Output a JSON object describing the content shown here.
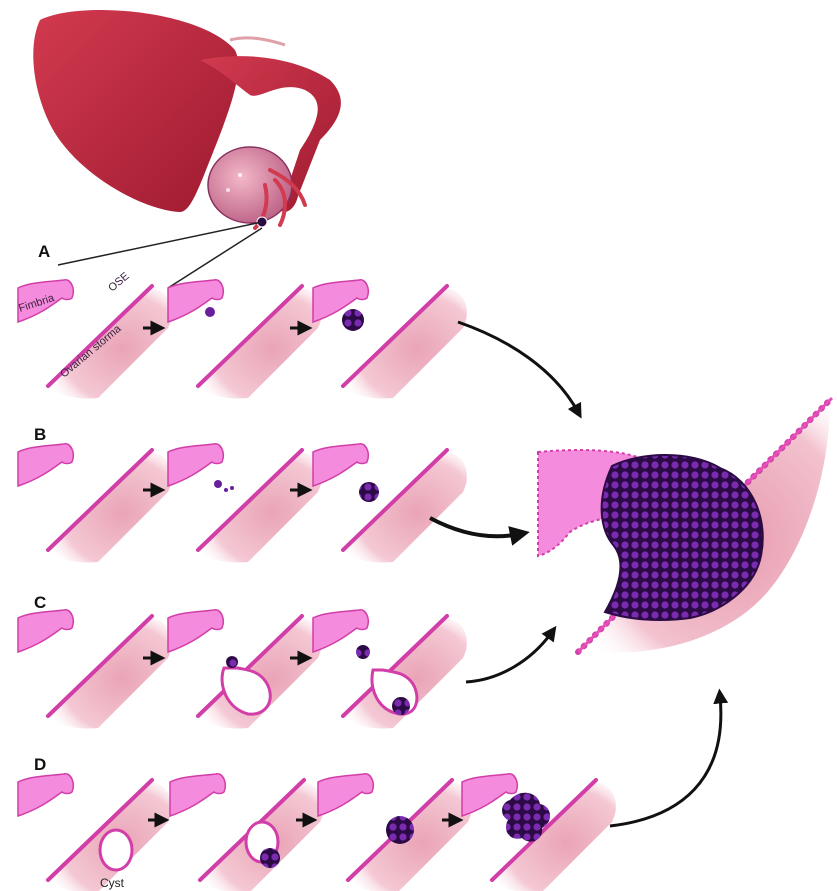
{
  "figure": {
    "rows": [
      {
        "key": "A",
        "label": "A"
      },
      {
        "key": "B",
        "label": "B"
      },
      {
        "key": "C",
        "label": "C"
      },
      {
        "key": "D",
        "label": "D"
      }
    ],
    "tissue_labels": {
      "fimbria": "Fimbria",
      "ose": "OSE",
      "stroma": "Ovarian storma",
      "cyst": "Cyst"
    },
    "colors": {
      "fimbria": "#f48bdc",
      "ose_edge": "#d23ea8",
      "stroma": "#f0b7c4",
      "tumor": "#6a1f9a",
      "tumor_dark": "#2c0a45",
      "uterus": "#c2243b",
      "arrow": "#111111"
    },
    "icons": [
      "uterus-ovary-illustration",
      "fimbria-tissue",
      "ovarian-surface",
      "tumor-cluster",
      "cyst-ring",
      "arrow"
    ]
  }
}
